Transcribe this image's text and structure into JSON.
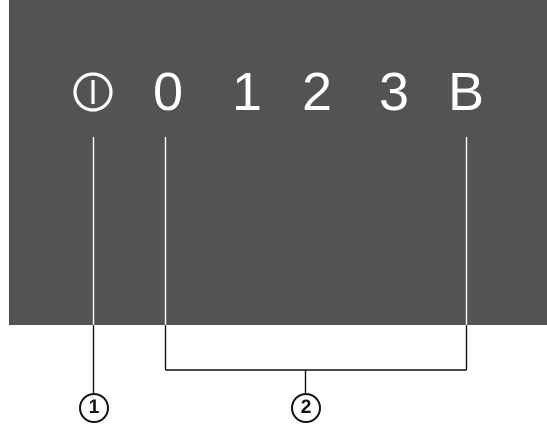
{
  "panel": {
    "background": "#545253",
    "power_symbol": "power-icon",
    "keys": [
      "0",
      "1",
      "2",
      "3",
      "B"
    ]
  },
  "callouts": {
    "one": "1",
    "two": "2"
  }
}
